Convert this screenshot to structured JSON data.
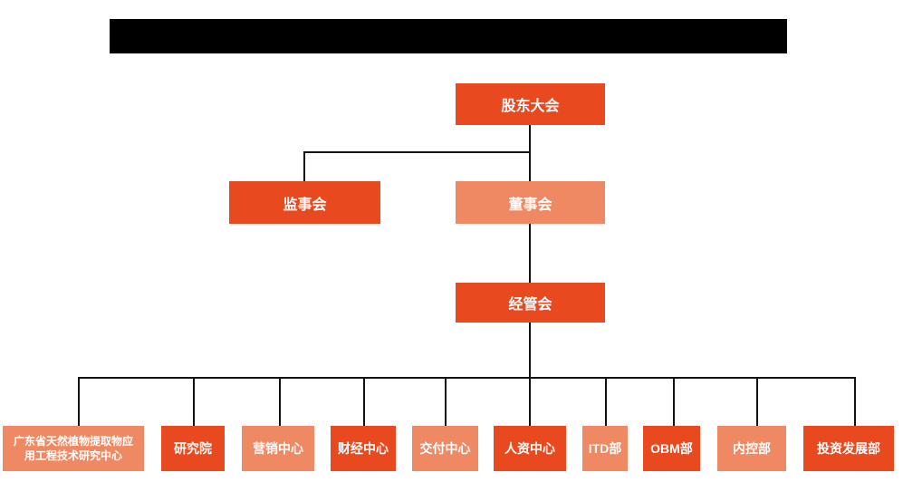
{
  "colors": {
    "primary_orange": "#E8491F",
    "secondary_orange": "#EF8963",
    "connector_line": "#111111",
    "node_text": "#ffffff",
    "title_bar": "#000000"
  },
  "org_chart": {
    "nodes": [
      {
        "id": "shareholders",
        "label": "股东大会",
        "tone": "primary",
        "level": 1
      },
      {
        "id": "supervisory-board",
        "label": "监事会",
        "tone": "primary",
        "level": 2
      },
      {
        "id": "board-of-directors",
        "label": "董事会",
        "tone": "secondary",
        "level": 2
      },
      {
        "id": "management-committee",
        "label": "经管会",
        "tone": "primary",
        "level": 3
      },
      {
        "id": "research-center",
        "label": "广东省天然植物提取物应\n用工程技术研究中心",
        "tone": "secondary",
        "level": 4
      },
      {
        "id": "research-institute",
        "label": "研究院",
        "tone": "primary",
        "level": 4
      },
      {
        "id": "marketing-center",
        "label": "营销中心",
        "tone": "secondary",
        "level": 4
      },
      {
        "id": "finance-center",
        "label": "财经中心",
        "tone": "primary",
        "level": 4
      },
      {
        "id": "delivery-center",
        "label": "交付中心",
        "tone": "secondary",
        "level": 4
      },
      {
        "id": "hr-center",
        "label": "人资中心",
        "tone": "primary",
        "level": 4
      },
      {
        "id": "itd-dept",
        "label": "ITD部",
        "tone": "secondary",
        "level": 4
      },
      {
        "id": "obm-dept",
        "label": "OBM部",
        "tone": "primary",
        "level": 4
      },
      {
        "id": "internal-control-dept",
        "label": "内控部",
        "tone": "secondary",
        "level": 4
      },
      {
        "id": "investment-development-dept",
        "label": "投资发展部",
        "tone": "primary",
        "level": 4
      }
    ]
  }
}
